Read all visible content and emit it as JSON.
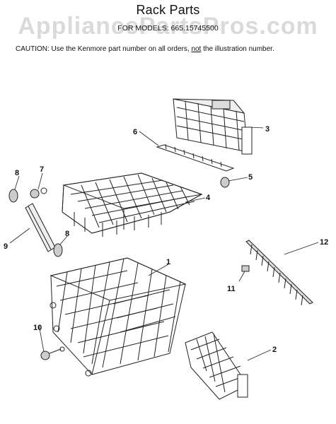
{
  "header": {
    "title": "Rack Parts",
    "models_line": "FOR MODELS: 665.15745500",
    "watermark": "AppliancePartsPros.com"
  },
  "caution": {
    "prefix": "CAUTION:  Use the Kenmore part number on all orders, ",
    "emphasis": "not",
    "suffix": " the illustration number."
  },
  "callouts": [
    "1",
    "2",
    "3",
    "4",
    "5",
    "6",
    "7",
    "8",
    "8",
    "9",
    "10",
    "11",
    "12"
  ],
  "colors": {
    "line": "#222222",
    "text": "#111111",
    "watermark": "#969696"
  }
}
